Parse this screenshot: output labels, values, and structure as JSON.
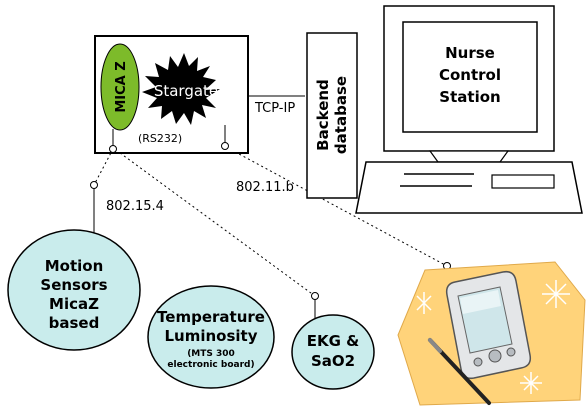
{
  "gateway": {
    "mica_label": "MICA Z",
    "stargate_label": "Stargate",
    "rs232_label": "(RS232)"
  },
  "links": {
    "tcpip_label": "TCP-IP",
    "wifi_label": "802.11.b",
    "zigbee_label": "802.15.4"
  },
  "backend": {
    "line1": "Backend",
    "line2": "database"
  },
  "nurse_station": {
    "line1": "Nurse",
    "line2": "Control",
    "line3": "Station"
  },
  "sensors": {
    "motion": {
      "line1": "Motion",
      "line2": "Sensors",
      "line3": "MicaZ",
      "line4": "based"
    },
    "temperature": {
      "line1": "Temperature",
      "line2": "Luminosity",
      "line3": "(MTS 300",
      "line4": "electronic board)"
    },
    "ekg": {
      "line1": "EKG &",
      "line2": "SaO2"
    }
  },
  "colors": {
    "mica_green": "#7dbb2a",
    "star_black": "#000000",
    "sensor_fill": "#c9ecec",
    "pda_bg": "#ffd37a",
    "monitor_fill": "#ffffff"
  }
}
